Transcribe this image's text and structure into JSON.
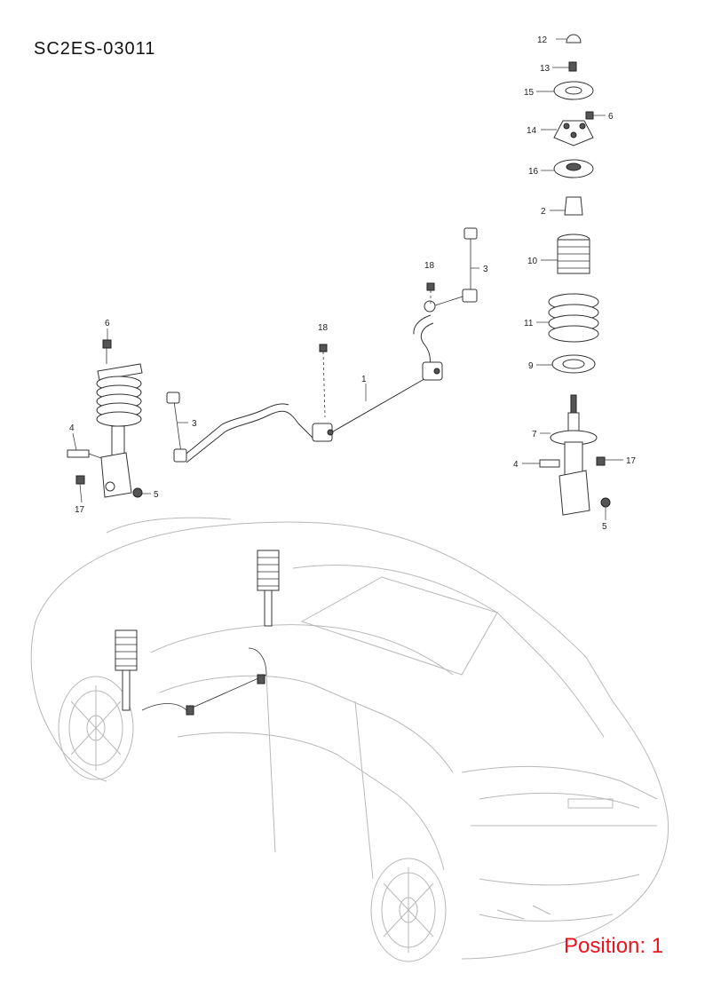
{
  "diagram_code": "SC2ES-03011",
  "position_label": "Position: 1",
  "colors": {
    "position_text": "#e8141c",
    "line": "#333333",
    "car_outline": "#b8b8b8"
  },
  "callouts": {
    "c12": "12",
    "c13": "13",
    "c15": "15",
    "c14": "14",
    "c6_right": "6",
    "c16": "16",
    "c2": "2",
    "c10": "10",
    "c11": "11",
    "c9": "9",
    "c7": "7",
    "c4_right": "4",
    "c17_right": "17",
    "c5_right": "5",
    "c18_right": "18",
    "c3_right": "3",
    "c18_mid": "18",
    "c1": "1",
    "c6_left": "6",
    "c3_left": "3",
    "c4_left": "4",
    "c17_left": "17",
    "c5_left": "5"
  }
}
